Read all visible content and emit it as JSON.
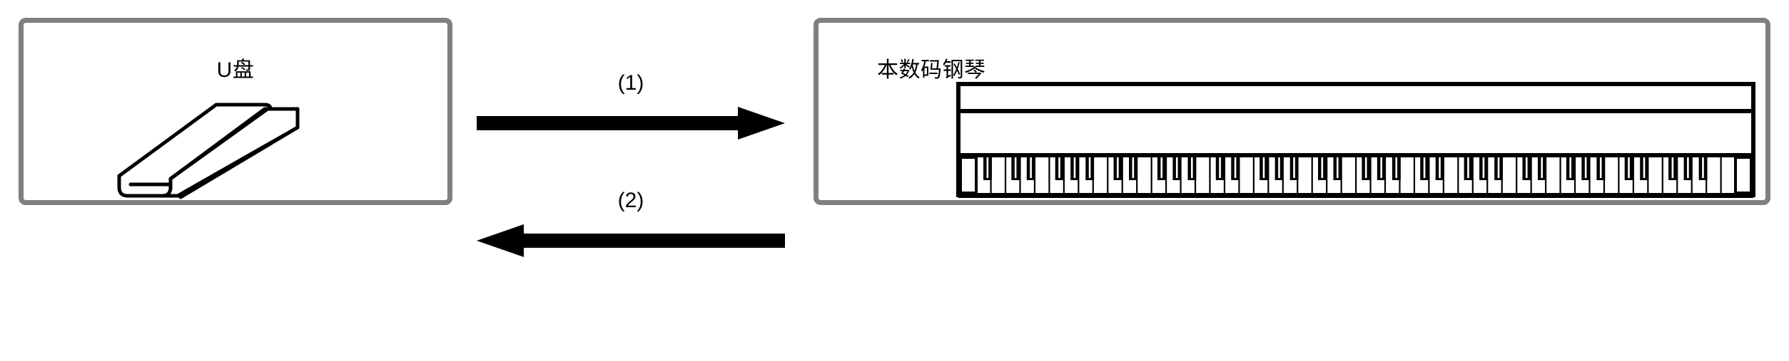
{
  "diagram": {
    "title": "USB flash drive and digital piano data transfer",
    "background_color": "#ffffff",
    "panel_border_color": "#808080",
    "line_color": "#000000"
  },
  "usb_panel": {
    "label": "U盘",
    "art_name": "usb-flash-drive-illustration"
  },
  "piano_panel": {
    "label": "本数码钢琴",
    "art_name": "digital-piano-illustration"
  },
  "arrows": [
    {
      "label": "(1)",
      "direction": "right",
      "from": "U盘",
      "to": "本数码钢琴"
    },
    {
      "label": "(2)",
      "direction": "left",
      "from": "本数码钢琴",
      "to": "U盘"
    }
  ]
}
